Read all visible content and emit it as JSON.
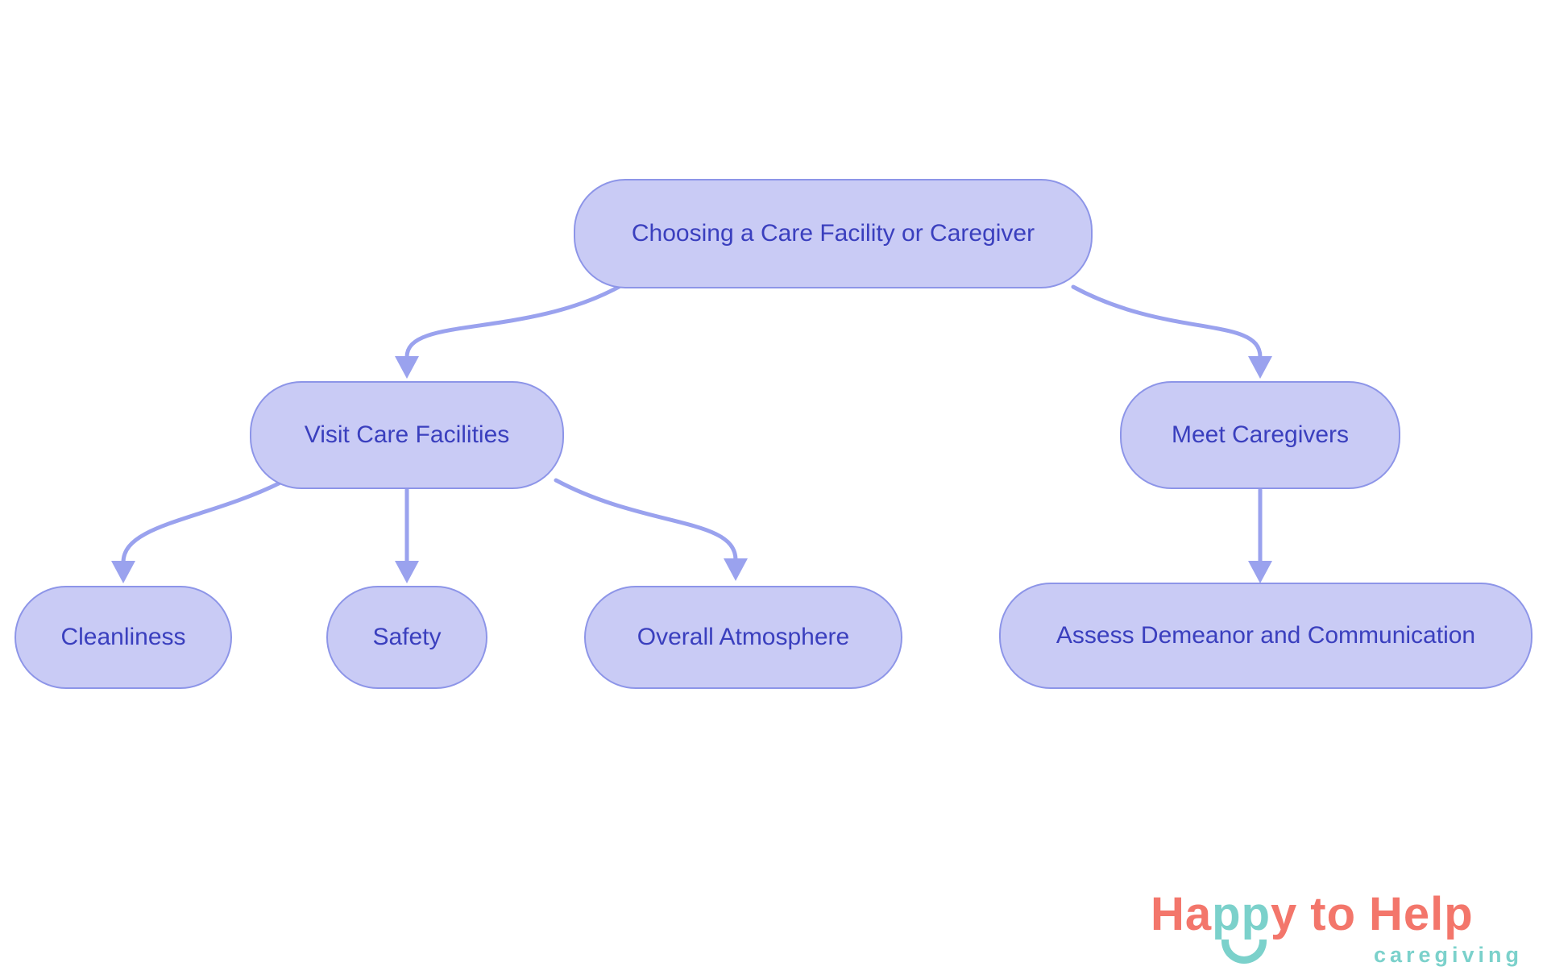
{
  "diagram": {
    "nodes": [
      {
        "id": "root",
        "label": "Choosing a Care Facility or Caregiver"
      },
      {
        "id": "visit-care-facilities",
        "label": "Visit Care Facilities"
      },
      {
        "id": "meet-caregivers",
        "label": "Meet Caregivers"
      },
      {
        "id": "cleanliness",
        "label": "Cleanliness"
      },
      {
        "id": "safety",
        "label": "Safety"
      },
      {
        "id": "overall-atmosphere",
        "label": "Overall Atmosphere"
      },
      {
        "id": "assess-demeanor",
        "label": "Assess Demeanor and Communication"
      }
    ],
    "edges": [
      {
        "from": "root",
        "to": "visit-care-facilities"
      },
      {
        "from": "root",
        "to": "meet-caregivers"
      },
      {
        "from": "visit-care-facilities",
        "to": "cleanliness"
      },
      {
        "from": "visit-care-facilities",
        "to": "safety"
      },
      {
        "from": "visit-care-facilities",
        "to": "overall-atmosphere"
      },
      {
        "from": "meet-caregivers",
        "to": "assess-demeanor"
      }
    ]
  },
  "colors": {
    "background": "#ffffff",
    "node-fill": "#c9cbf5",
    "node-stroke": "#8d95e8",
    "node-text": "#3a3fbe",
    "edge": "#9aa2ee",
    "logo-coral": "#f3766b",
    "logo-teal": "#7bd1cb"
  },
  "logo": {
    "word1": "Ha",
    "word2": "pp",
    "word3": "y",
    "word4": "to",
    "word5": "Help",
    "subtitle": "caregiving"
  }
}
